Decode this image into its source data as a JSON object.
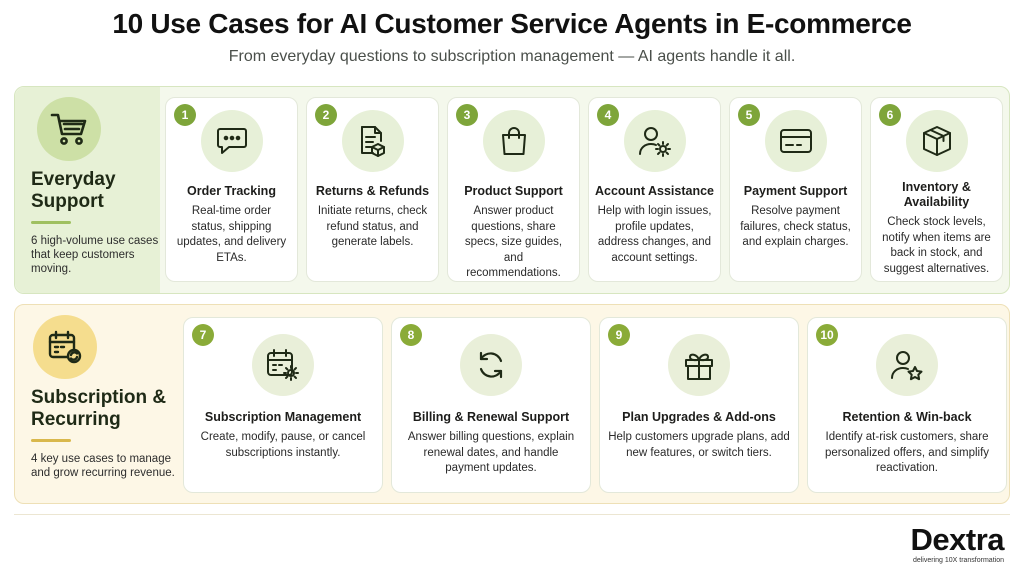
{
  "header": {
    "title": "10 Use Cases for AI Customer Service Agents  in E-commerce",
    "subtitle": "From everyday questions to subscription management — AI agents handle it all."
  },
  "sections": [
    {
      "title": "Everyday Support",
      "description": "6 high-volume use cases that keep customers moving.",
      "icon": "cart-icon",
      "cards": [
        {
          "number": "1",
          "icon": "chat-icon",
          "title": "Order Tracking",
          "description": "Real-time order status, shipping updates, and delivery ETAs."
        },
        {
          "number": "2",
          "icon": "return-document-icon",
          "title": "Returns & Refunds",
          "description": "Initiate returns, check refund status, and generate labels."
        },
        {
          "number": "3",
          "icon": "shopping-bag-icon",
          "title": "Product Support",
          "description": "Answer product questions, share specs, size guides, and recommendations."
        },
        {
          "number": "4",
          "icon": "user-gear-icon",
          "title": "Account Assistance",
          "description": "Help with login issues, profile updates, address changes, and account settings."
        },
        {
          "number": "5",
          "icon": "credit-card-icon",
          "title": "Payment Support",
          "description": "Resolve payment failures, check status, and explain charges."
        },
        {
          "number": "6",
          "icon": "box-icon",
          "title": "Inventory & Availability",
          "description": "Check stock levels, notify when items are back in stock, and suggest alternatives."
        }
      ]
    },
    {
      "title": "Subscription & Recurring",
      "description": "4 key use cases to manage and grow recurring revenue.",
      "icon": "calendar-refresh-icon",
      "cards": [
        {
          "number": "7",
          "icon": "calendar-gear-icon",
          "title": "Subscription Management",
          "description": "Create, modify, pause, or cancel subscriptions instantly."
        },
        {
          "number": "8",
          "icon": "refresh-icon",
          "title": "Billing & Renewal Support",
          "description": "Answer billing questions, explain renewal dates, and handle payment updates."
        },
        {
          "number": "9",
          "icon": "gift-icon",
          "title": "Plan Upgrades & Add-ons",
          "description": "Help customers upgrade plans, add new features, or switch tiers."
        },
        {
          "number": "10",
          "icon": "user-star-icon",
          "title": "Retention & Win-back",
          "description": "Identify at-risk customers, share personalized offers, and simplify reactivation."
        }
      ]
    }
  ],
  "brand": {
    "name": "Dextra",
    "tagline": "delivering 10X transformation"
  },
  "colors": {
    "accent_green": "#7ea53a",
    "section1_bg": "#f4f8ec",
    "section2_bg": "#fdf7e6",
    "icon_stroke": "#1f2a16"
  }
}
